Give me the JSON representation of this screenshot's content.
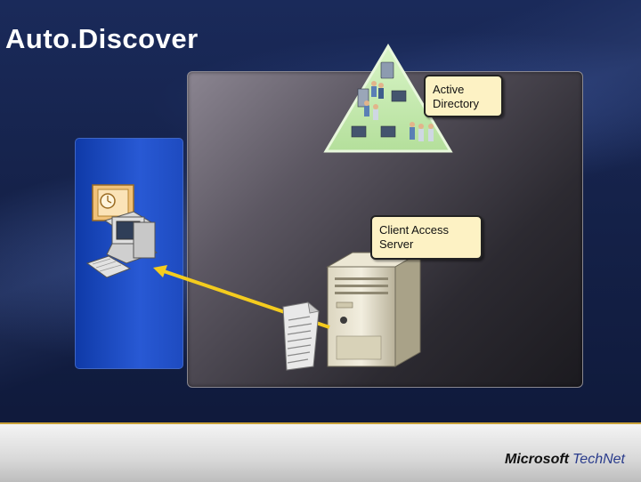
{
  "slide": {
    "title": "Auto.Discover",
    "logo_brand": "Microsoft",
    "logo_product": "TechNet"
  },
  "diagram": {
    "active_directory_label": "Active\nDirectory",
    "client_access_label": "Client Access\nServer"
  },
  "colors": {
    "callout_fill": "#fdf2c4",
    "arrow": "#f4cc1e",
    "client_panel": "#2859d4",
    "triangle": "#c7ecb3"
  },
  "icons": [
    "outlook-icon",
    "workstation-icon",
    "keyboard-icon",
    "document-icon",
    "server-icon",
    "users-computers-group-icon"
  ]
}
